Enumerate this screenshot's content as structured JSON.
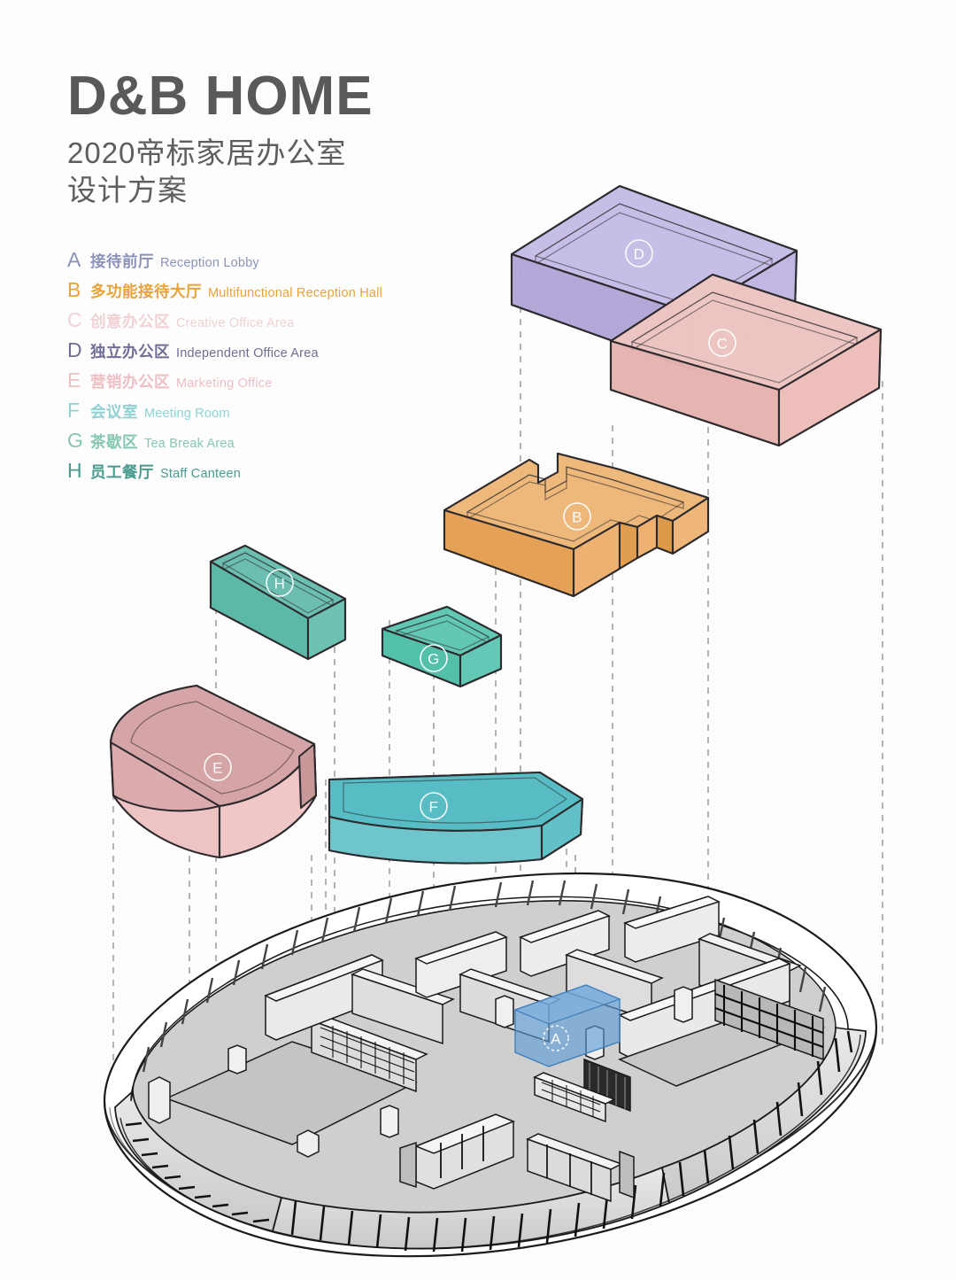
{
  "title": {
    "brand": "D&B  HOME",
    "subtitle_line1": "2020帝标家居办公室",
    "subtitle_line2": "设计方案"
  },
  "legend": {
    "items": [
      {
        "letter": "A",
        "cn": "接待前厅",
        "en": "Reception Lobby",
        "color": "#8b93b8"
      },
      {
        "letter": "B",
        "cn": "多功能接待大厅",
        "en": "Multifunctional Reception Hall",
        "color": "#e8a33d"
      },
      {
        "letter": "C",
        "cn": "创意办公区",
        "en": "Creative Office Area",
        "color": "#f0d2d4"
      },
      {
        "letter": "D",
        "cn": "独立办公区",
        "en": "Independent Office Area",
        "color": "#6f6f95"
      },
      {
        "letter": "E",
        "cn": "营销办公区",
        "en": "Marketing Office",
        "color": "#eebfc3"
      },
      {
        "letter": "F",
        "cn": "会议室",
        "en": "Meeting Room",
        "color": "#8fd2d4"
      },
      {
        "letter": "G",
        "cn": "茶歇区",
        "en": "Tea Break Area",
        "color": "#86c7b2"
      },
      {
        "letter": "H",
        "cn": "员工餐厅",
        "en": "Staff Canteen",
        "color": "#4a9b8e"
      }
    ]
  },
  "blocks": [
    {
      "id": "D",
      "label": "D",
      "name": "independent-office-area",
      "fill": "#b9aedd",
      "top": "#cbc2e8",
      "side": "#a79ad2",
      "opacity": 0.86
    },
    {
      "id": "C",
      "label": "C",
      "name": "creative-office-area",
      "fill": "#e8b6b6",
      "top": "#eec6c4",
      "side": "#e0a7a6",
      "opacity": 0.86
    },
    {
      "id": "B",
      "label": "B",
      "name": "multifunctional-reception-hall",
      "fill": "#e9a961",
      "top": "#edb878",
      "side": "#dd9a4e",
      "opacity": 1
    },
    {
      "id": "H",
      "label": "H",
      "name": "staff-canteen",
      "fill": "#5bb5a4",
      "top": "#6dbfae",
      "side": "#4fa896",
      "opacity": 1
    },
    {
      "id": "G",
      "label": "G",
      "name": "tea-break-area",
      "fill": "#53bfa9",
      "top": "#63c6b2",
      "side": "#45b39c",
      "opacity": 1
    },
    {
      "id": "E",
      "label": "E",
      "name": "marketing-office",
      "fill": "#dca9ab",
      "top": "#d7a3a6",
      "side": "#efc3c3",
      "opacity": 1
    },
    {
      "id": "F",
      "label": "F",
      "name": "meeting-room",
      "fill": "#53b7c0",
      "top": "#57bcc4",
      "side": "#6fc6cc",
      "opacity": 1
    },
    {
      "id": "A",
      "label": "A",
      "name": "reception-lobby",
      "fill": "#6ca3d8",
      "top": "#7fb1de",
      "side": "#5b93cd",
      "opacity": 0.72
    }
  ],
  "floor_plan": {
    "name": "isometric-floor-plan",
    "highlight_zone": "A",
    "highlight_color": "#5b9bd5"
  },
  "colors": {
    "background": "#fdfdfd",
    "title_gray": "#595959",
    "outline": "#2d2a2e",
    "dash_line": "#8a8a8a"
  }
}
